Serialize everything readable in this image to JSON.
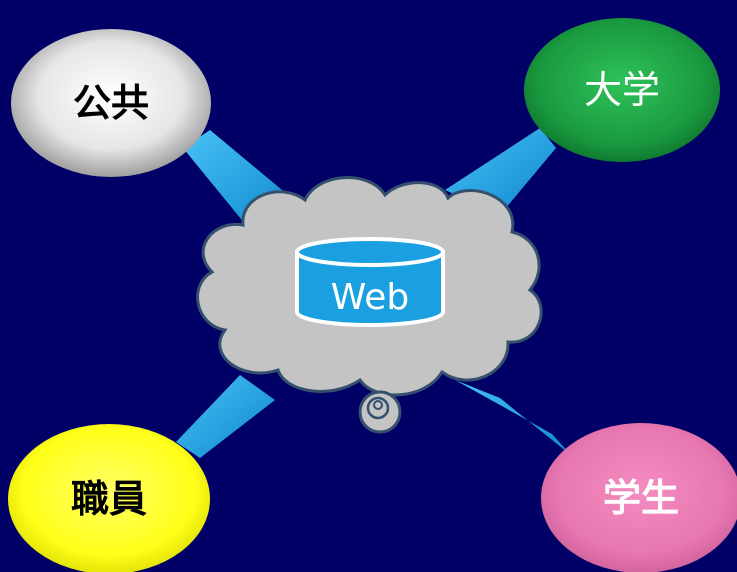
{
  "center": {
    "label": "Web",
    "accent": "#1aa0e0",
    "cloud_fill": "#c4c4c4",
    "cloud_stroke": "#35506e"
  },
  "nodes": [
    {
      "id": "public",
      "label": "公共",
      "fill_light": "#ffffff",
      "fill_dark": "#8c8c8c",
      "text_color": "#000000"
    },
    {
      "id": "university",
      "label": "大学",
      "fill_light": "#22b04a",
      "fill_dark": "#0c6f2a",
      "text_color": "#ffffff"
    },
    {
      "id": "staff",
      "label": "職員",
      "fill_light": "#ffff40",
      "fill_dark": "#d9d900",
      "text_color": "#000000"
    },
    {
      "id": "student",
      "label": "学生",
      "fill_light": "#f07ab4",
      "fill_dark": "#cc5d97",
      "text_color": "#ffffff"
    }
  ],
  "connector_color": "#1fa4e6",
  "background": "#000066"
}
